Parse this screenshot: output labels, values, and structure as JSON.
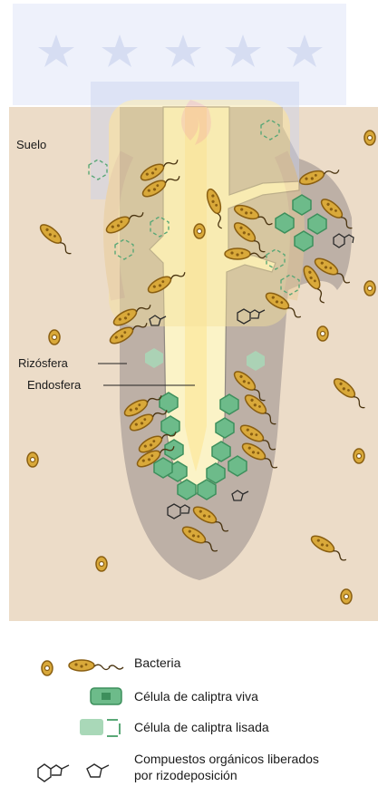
{
  "labels": {
    "soil": "Suelo",
    "rhizosphere": "Rizósfera",
    "endosphere": "Endosfera"
  },
  "legend": {
    "bacteria": "Bacteria",
    "live_cap_cell": "Célula de caliptra viva",
    "lysed_cap_cell": "Célula de caliptra lisada",
    "compounds_line1": "Compuestos orgánicos liberados",
    "compounds_line2": "por rizodeposición"
  },
  "colors": {
    "soil": "#ecdcc8",
    "rhizosphere": "#b5a8a0",
    "root": "#fbf3c7",
    "root_core": "#fdf0a0",
    "cap_cell": "#6dbb8a",
    "cap_cell_dark": "#3d8f5c",
    "lysed_cell": "#a9d8b8",
    "bacteria_body": "#d9a93a",
    "bacteria_dark": "#8a5f12",
    "watermark_blue": "#9fb0dd",
    "watermark_yellow": "#f6e29a",
    "watermark_red": "#f2b39a"
  }
}
